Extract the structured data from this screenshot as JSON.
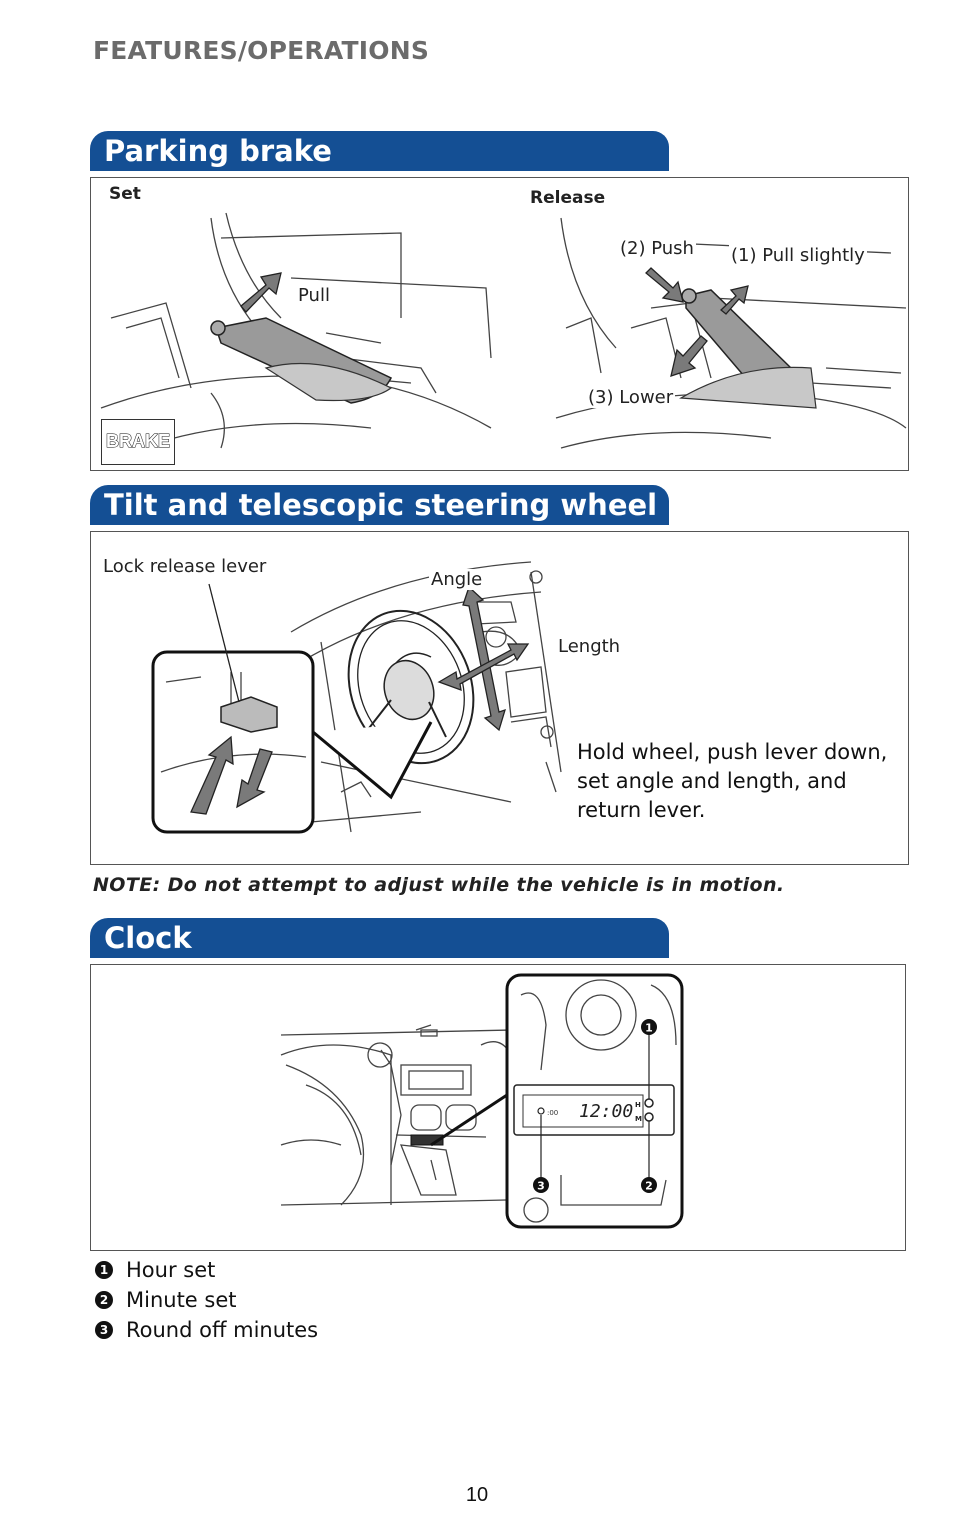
{
  "header": {
    "title": "FEATURES/OPERATIONS"
  },
  "parking_brake": {
    "title": "Parking brake",
    "set_label": "Set",
    "release_label": "Release",
    "pull_label": "Pull",
    "push_label": "(2) Push",
    "pull_slightly_label": "(1) Pull slightly",
    "lower_label": "(3) Lower",
    "brake_badge": "BRAKE"
  },
  "tilt": {
    "title": "Tilt and telescopic steering wheel",
    "lock_release_label": "Lock release lever",
    "angle_label": "Angle",
    "length_label": "Length",
    "instruction": "Hold wheel, push lever down, set angle and length, and return lever."
  },
  "note": "NOTE: Do not attempt to adjust while the vehicle is in motion.",
  "clock": {
    "title": "Clock",
    "display_time": "12:00",
    "display_small": ":00",
    "button_h": "H",
    "button_m": "M",
    "callouts": [
      "1",
      "2",
      "3"
    ],
    "legend": [
      {
        "num": "1",
        "text": "Hour set"
      },
      {
        "num": "2",
        "text": "Minute set"
      },
      {
        "num": "3",
        "text": "Round off minutes"
      }
    ]
  },
  "page_number": "10",
  "colors": {
    "section_bar": "#144f94",
    "header_gray": "#6b6b6b",
    "arrow_gray": "#7a7a7a"
  }
}
